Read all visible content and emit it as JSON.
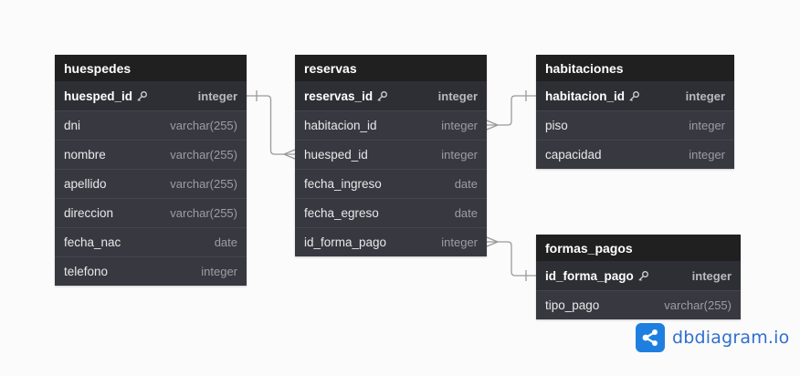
{
  "tables": [
    {
      "id": "huespedes",
      "title": "huespedes",
      "columns": [
        {
          "name": "huesped_id",
          "type": "integer",
          "pk": true
        },
        {
          "name": "dni",
          "type": "varchar(255)"
        },
        {
          "name": "nombre",
          "type": "varchar(255)"
        },
        {
          "name": "apellido",
          "type": "varchar(255)"
        },
        {
          "name": "direccion",
          "type": "varchar(255)"
        },
        {
          "name": "fecha_nac",
          "type": "date"
        },
        {
          "name": "telefono",
          "type": "integer"
        }
      ]
    },
    {
      "id": "reservas",
      "title": "reservas",
      "columns": [
        {
          "name": "reservas_id",
          "type": "integer",
          "pk": true
        },
        {
          "name": "habitacion_id",
          "type": "integer"
        },
        {
          "name": "huesped_id",
          "type": "integer"
        },
        {
          "name": "fecha_ingreso",
          "type": "date"
        },
        {
          "name": "fecha_egreso",
          "type": "date"
        },
        {
          "name": "id_forma_pago",
          "type": "integer"
        }
      ]
    },
    {
      "id": "habitaciones",
      "title": "habitaciones",
      "columns": [
        {
          "name": "habitacion_id",
          "type": "integer",
          "pk": true
        },
        {
          "name": "piso",
          "type": "integer"
        },
        {
          "name": "capacidad",
          "type": "integer"
        }
      ]
    },
    {
      "id": "formas_pagos",
      "title": "formas_pagos",
      "columns": [
        {
          "name": "id_forma_pago",
          "type": "integer",
          "pk": true
        },
        {
          "name": "tipo_pago",
          "type": "varchar(255)"
        }
      ]
    }
  ],
  "relations": [
    {
      "from": "huespedes.huesped_id",
      "to": "reservas.huesped_id",
      "from_cardinality": "one",
      "to_cardinality": "many"
    },
    {
      "from": "habitaciones.habitacion_id",
      "to": "reservas.habitacion_id",
      "from_cardinality": "one",
      "to_cardinality": "many"
    },
    {
      "from": "formas_pagos.id_forma_pago",
      "to": "reservas.id_forma_pago",
      "from_cardinality": "one",
      "to_cardinality": "many"
    }
  ],
  "brand": {
    "text": "dbdiagram.io",
    "color": "#2f6fd0",
    "logo_color": "#1e7fe0"
  },
  "colors": {
    "header": "#202020",
    "body": "#383940",
    "pk_row": "#2e2f35",
    "line": "#9a9a9a"
  }
}
